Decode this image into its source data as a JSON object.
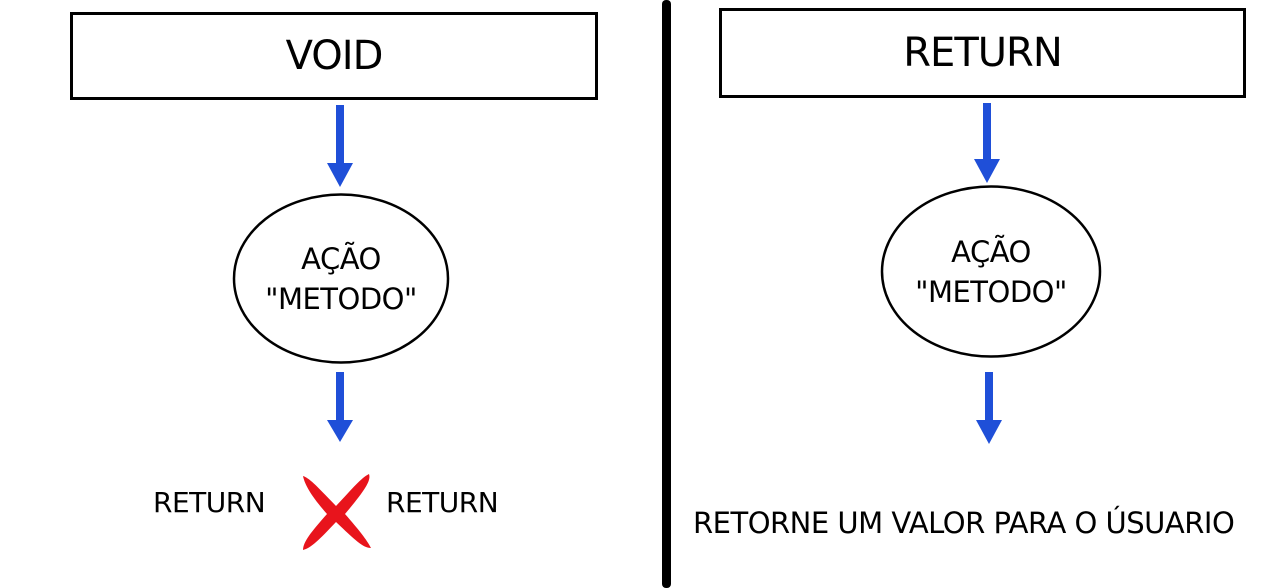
{
  "left": {
    "title": "VOID",
    "node_line1": "AÇÃO",
    "node_line2": "\"METODO\"",
    "return_a": "RETURN",
    "return_b": "RETURN"
  },
  "right": {
    "title": "RETURN",
    "node_line1": "AÇÃO",
    "node_line2": "\"METODO\"",
    "result_text": "RETORNE UM VALOR PARA O ÚSUARIO"
  },
  "colors": {
    "arrow": "#1f4fd8",
    "x_mark": "#e8141c"
  },
  "icons": {
    "arrow": "arrow-down-icon",
    "cross": "x-mark-icon"
  }
}
